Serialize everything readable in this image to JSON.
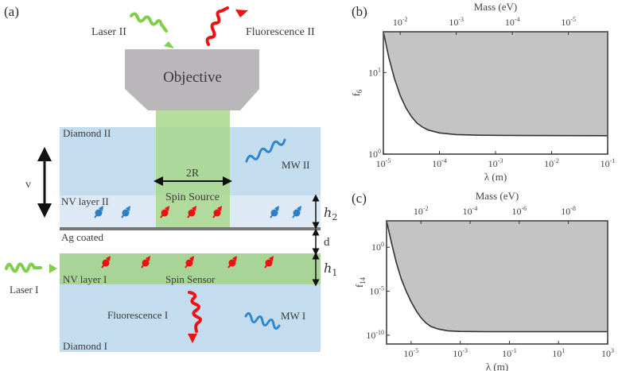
{
  "panel_a": {
    "label": "(a)",
    "laser_ii": "Laser II",
    "fluorescence_ii": "Fluorescence II",
    "objective": "Objective",
    "diamond_ii": "Diamond II",
    "mw_ii": "MW II",
    "beam_width": "2R",
    "spin_source": "Spin Source",
    "nv_layer_ii": "NV layer II",
    "ag_coated": "Ag coated",
    "nv_layer_i": "NV layer I",
    "spin_sensor": "Spin Sensor",
    "laser_i": "Laser I",
    "fluorescence_i": "Fluorescence I",
    "mw_i": "MW I",
    "diamond_i": "Diamond I",
    "velocity": "v",
    "h2": "h",
    "h2_sub": "2",
    "d": "d",
    "h1": "h",
    "h1_sub": "1",
    "colors": {
      "diamond": "#c3dcee",
      "nv_layer_ii": "#dde9f4",
      "beam": "#a8d88c",
      "nv_layer_i": "#a9d498",
      "objective": "#b9b7b9",
      "spin_red": "#ee1111",
      "spin_blue": "#2f7fc4",
      "laser_green": "#7fcf4a",
      "fluor_red": "#ee1111",
      "mw_blue": "#2f86d0",
      "ag": "#777777"
    }
  },
  "chart_data": [
    {
      "panel": "(b)",
      "type": "area",
      "title": "",
      "xlabel": "λ (m)",
      "ylabel": "f",
      "ylabel_sub": "6",
      "top_xlabel": "Mass (eV)",
      "xscale": "log",
      "yscale": "log",
      "xlim_log10": [
        -5,
        -1
      ],
      "ylim_log10": [
        0,
        1.5
      ],
      "xticks": [
        {
          "value_log10": -5,
          "label_base": "10",
          "label_exp": "-5"
        },
        {
          "value_log10": -4,
          "label_base": "10",
          "label_exp": "-4"
        },
        {
          "value_log10": -3,
          "label_base": "10",
          "label_exp": "-3"
        },
        {
          "value_log10": -2,
          "label_base": "10",
          "label_exp": "-2"
        },
        {
          "value_log10": -1,
          "label_base": "10",
          "label_exp": "-1"
        }
      ],
      "yticks": [
        {
          "value_log10": 0,
          "label_base": "10",
          "label_exp": "0"
        },
        {
          "value_log10": 1,
          "label_base": "10",
          "label_exp": "1"
        }
      ],
      "top_ticks": [
        {
          "value_log10": -4.7,
          "label_base": "10",
          "label_exp": "-2"
        },
        {
          "value_log10": -3.7,
          "label_base": "10",
          "label_exp": "-3"
        },
        {
          "value_log10": -2.7,
          "label_base": "10",
          "label_exp": "-4"
        },
        {
          "value_log10": -1.7,
          "label_base": "10",
          "label_exp": "-5"
        }
      ],
      "curve_log10": [
        [
          -5.0,
          1.5
        ],
        [
          -4.9,
          1.18
        ],
        [
          -4.8,
          0.92
        ],
        [
          -4.7,
          0.72
        ],
        [
          -4.6,
          0.57
        ],
        [
          -4.5,
          0.46
        ],
        [
          -4.4,
          0.38
        ],
        [
          -4.3,
          0.33
        ],
        [
          -4.2,
          0.295
        ],
        [
          -4.0,
          0.26
        ],
        [
          -3.7,
          0.24
        ],
        [
          -3.3,
          0.232
        ],
        [
          -2.5,
          0.228
        ],
        [
          -1.0,
          0.226
        ]
      ],
      "excluded_region": "above curve",
      "grid": false,
      "legend": "none"
    },
    {
      "panel": "(c)",
      "type": "area",
      "title": "",
      "xlabel": "λ (m)",
      "ylabel": "f",
      "ylabel_sub": "14",
      "top_xlabel": "Mass (eV)",
      "xscale": "log",
      "yscale": "log",
      "xlim_log10": [
        -6,
        3
      ],
      "ylim_log10": [
        -11,
        3
      ],
      "xticks": [
        {
          "value_log10": -5,
          "label_base": "10",
          "label_exp": "-5"
        },
        {
          "value_log10": -3,
          "label_base": "10",
          "label_exp": "-3"
        },
        {
          "value_log10": -1,
          "label_base": "10",
          "label_exp": "-1"
        },
        {
          "value_log10": 1,
          "label_base": "10",
          "label_exp": "1"
        },
        {
          "value_log10": 3,
          "label_base": "10",
          "label_exp": "3"
        }
      ],
      "yticks": [
        {
          "value_log10": 0,
          "label_base": "10",
          "label_exp": "0"
        },
        {
          "value_log10": -5,
          "label_base": "10",
          "label_exp": "-5"
        },
        {
          "value_log10": -10,
          "label_base": "10",
          "label_exp": "-10"
        }
      ],
      "top_ticks": [
        {
          "value_log10": -4.6,
          "label_base": "10",
          "label_exp": "-2"
        },
        {
          "value_log10": -2.6,
          "label_base": "10",
          "label_exp": "-4"
        },
        {
          "value_log10": -0.6,
          "label_base": "10",
          "label_exp": "-6"
        },
        {
          "value_log10": 1.4,
          "label_base": "10",
          "label_exp": "-8"
        }
      ],
      "curve_log10": [
        [
          -6.0,
          3.0
        ],
        [
          -5.8,
          0.5
        ],
        [
          -5.6,
          -1.8
        ],
        [
          -5.4,
          -3.6
        ],
        [
          -5.2,
          -5.0
        ],
        [
          -5.0,
          -6.2
        ],
        [
          -4.8,
          -7.2
        ],
        [
          -4.6,
          -8.0
        ],
        [
          -4.4,
          -8.6
        ],
        [
          -4.2,
          -9.0
        ],
        [
          -3.9,
          -9.3
        ],
        [
          -3.5,
          -9.5
        ],
        [
          -3.0,
          -9.57
        ],
        [
          -2.0,
          -9.6
        ],
        [
          3.0,
          -9.6
        ]
      ],
      "excluded_region": "above curve",
      "grid": false,
      "legend": "none"
    }
  ]
}
